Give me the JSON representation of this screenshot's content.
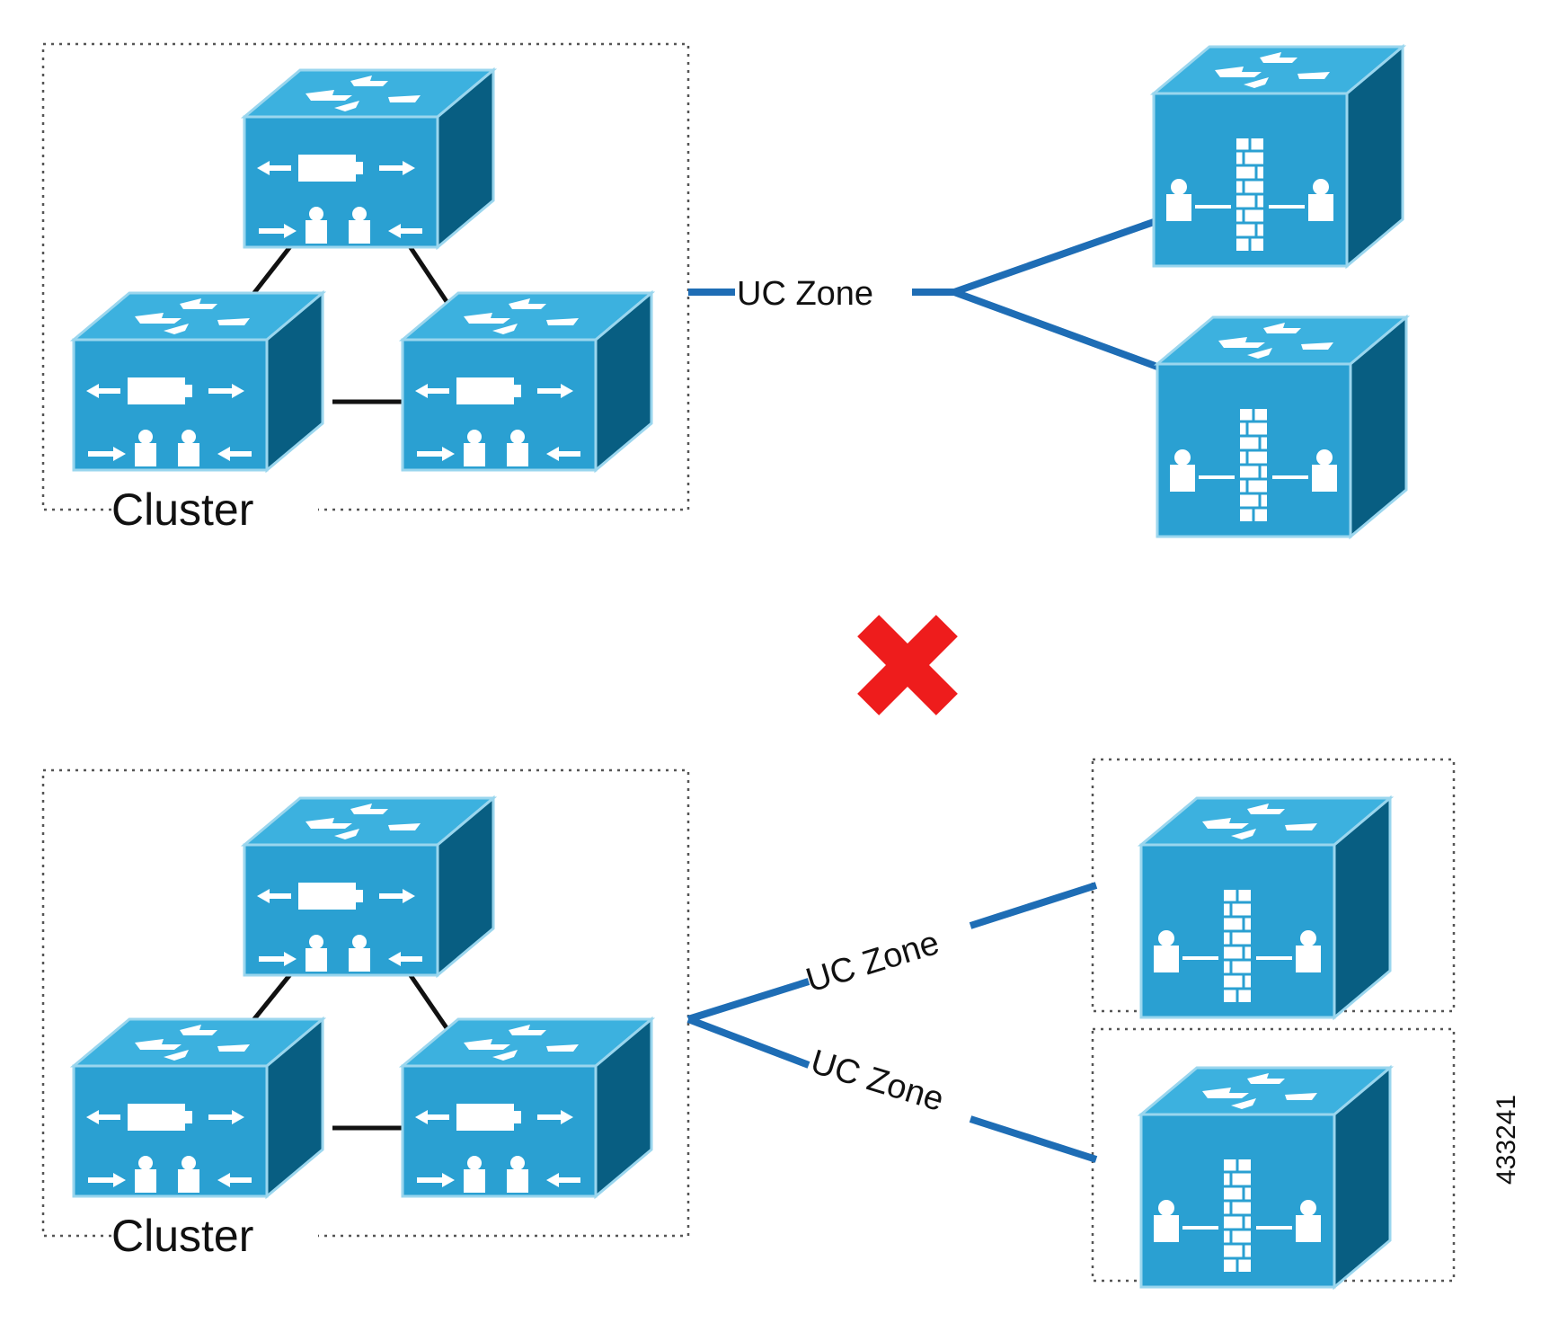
{
  "top": {
    "cluster_label": "Cluster",
    "zone_label": "UC Zone"
  },
  "bottom": {
    "cluster_label": "Cluster",
    "zone_label_1": "UC Zone",
    "zone_label_2": "UC Zone"
  },
  "figure_id": "433241",
  "icons": {
    "cluster_device": "cisco-uc-application-server-icon",
    "remote_device": "cisco-expressway-firewall-icon",
    "invalid": "red-x-icon"
  },
  "colors": {
    "link_blue": "#1e6db5",
    "cluster_link": "#111111",
    "box_front": "#2aa0d2",
    "box_top": "#3cb1df",
    "box_side": "#085e82",
    "box_border": "#9ad6ee",
    "x_red": "#ee1c1c"
  }
}
